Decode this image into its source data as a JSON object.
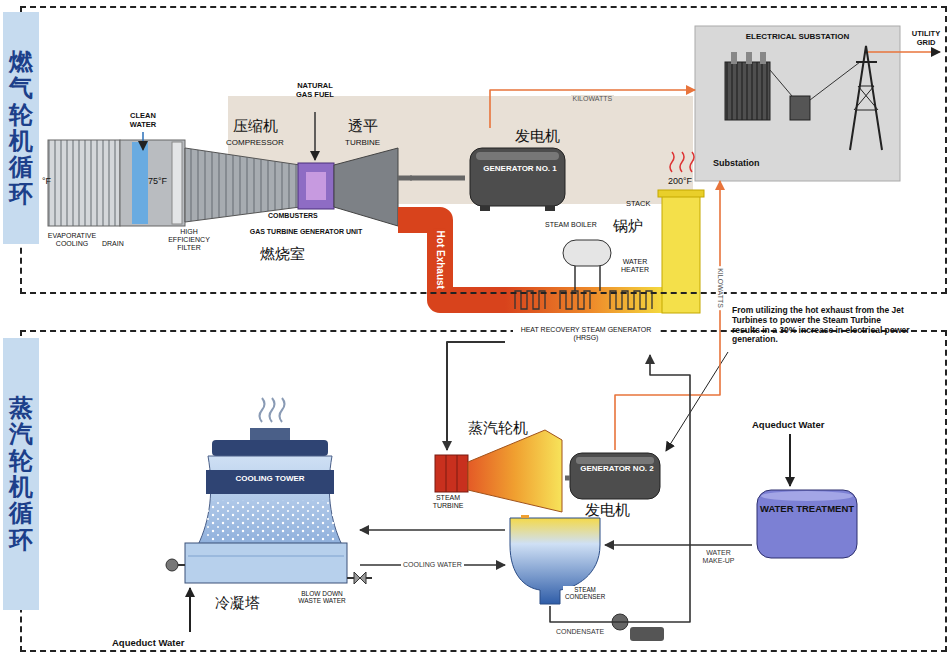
{
  "diagram": {
    "nodes": [
      {
        "text": [
          "燃气轮机循环"
        ]
      },
      {
        "text": [
          "压缩机",
          "COMPRESSOR",
          "透平",
          "TURBINE",
          "GAS TURBINE GENERATOR UNIT",
          "燃烧室"
        ],
        "in": 0
      },
      {
        "text": [
          "发电机",
          "GENERATOR NO. 1"
        ],
        "in": 0
      },
      {
        "text": [
          "ELECTRICAL SUBSTATION",
          "Substation"
        ],
        "in": 0
      },
      {
        "text": [
          "STEAM BOILER",
          "锅炉",
          "WATER HEATER",
          "HEAT RECOVERY STEAM GENERATOR (HRSG)"
        ]
      },
      {
        "text": [
          "蒸汽轮机循环"
        ]
      },
      {
        "text": [
          "蒸汽轮机",
          "STEAM TURBINE"
        ],
        "in": 5
      },
      {
        "text": [
          "GENERATOR NO. 2",
          "发电机"
        ],
        "in": 5
      },
      {
        "text": [
          "STEAM CONDENSER"
        ],
        "in": 5
      },
      {
        "text": [
          "COOLING TOWER",
          "冷凝塔"
        ],
        "in": 5
      },
      {
        "text": [
          "WATER TREATMENT"
        ],
        "in": 5
      }
    ],
    "edges": [
      {
        "from": 1,
        "to": 2,
        "arrow": "none"
      },
      {
        "from": 1,
        "to": 4,
        "label": "Hot Exhaust",
        "arrow": "none"
      },
      {
        "from": 2,
        "to": 3,
        "label": "KILOWATTS",
        "arrow": "to"
      },
      {
        "from": 7,
        "to": 3,
        "label": "KILOWATTS",
        "arrow": "to"
      },
      {
        "from": 4,
        "to": 6,
        "arrow": "to"
      },
      {
        "from": 6,
        "to": 7,
        "arrow": "none"
      },
      {
        "from": 6,
        "to": 8,
        "arrow": "none"
      },
      {
        "from": 8,
        "to": 9,
        "arrow": "to"
      },
      {
        "from": 9,
        "to": 8,
        "label": "COOLING WATER",
        "arrow": "to"
      },
      {
        "from": 8,
        "to": 4,
        "label": "CONDENSATE",
        "arrow": "to"
      },
      {
        "from": 10,
        "to": 8,
        "label": "WATER MAKE-UP",
        "arrow": "to"
      }
    ],
    "labels": [
      "°F",
      "CLEAN WATER",
      "EVAPORATIVE COOLING",
      "DRAIN",
      "HIGH EFFICIENCY FILTER",
      "75°F",
      "NATURAL GAS FUEL",
      "COMBUSTERS",
      "UTILITY GRID",
      "STACK",
      "200°F",
      "From utilizing the hot exhaust from the Jet Turbines to power the Steam Turbine results in a 30% increase in electrical power generation.",
      "Aqueduct Water",
      "BLOW DOWN WASTE WATER",
      "Aqueduct Water"
    ]
  }
}
